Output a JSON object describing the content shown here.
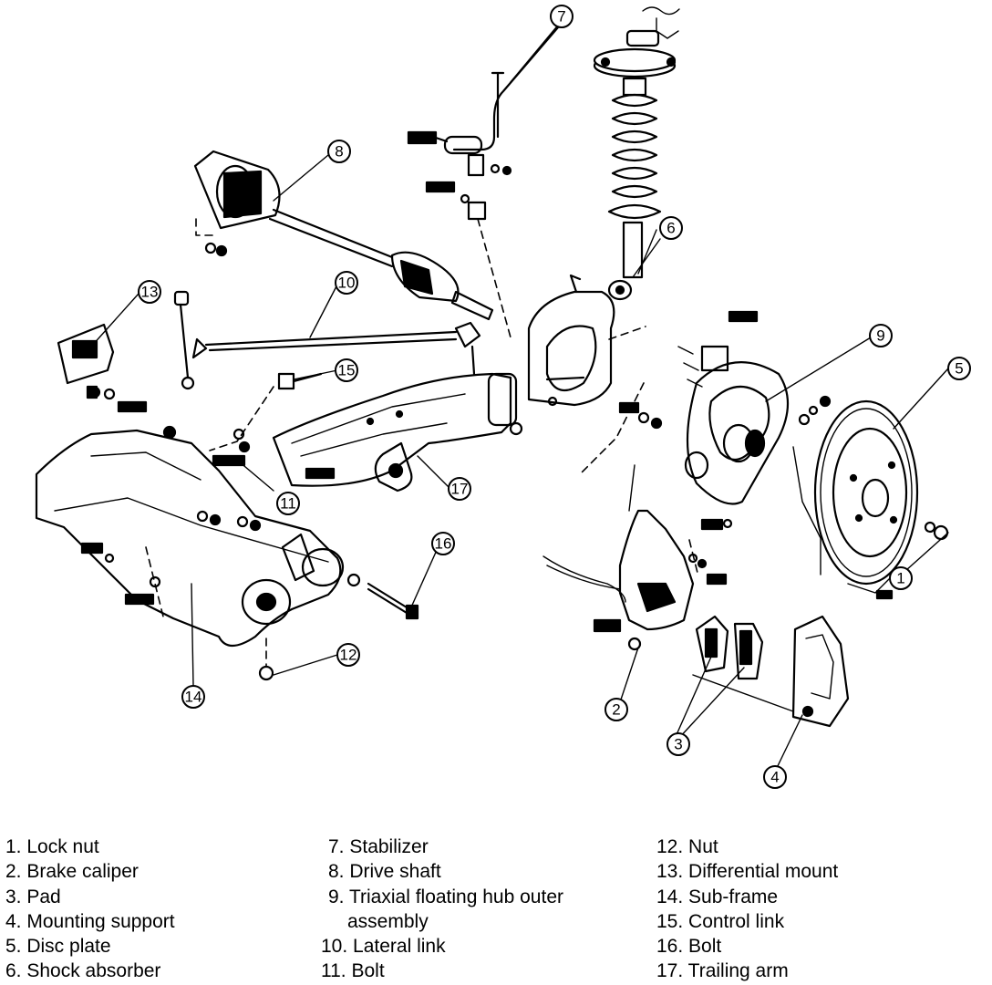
{
  "callouts": [
    "1",
    "2",
    "3",
    "4",
    "5",
    "6",
    "7",
    "8",
    "9",
    "10",
    "11",
    "12",
    "13",
    "14",
    "15",
    "16",
    "17"
  ],
  "legend": {
    "col1": [
      "1. Lock nut",
      "2. Brake caliper",
      "3. Pad",
      "4. Mounting support",
      "5. Disc plate",
      "6. Shock absorber"
    ],
    "col2": [
      "7. Stabilizer",
      "8. Drive shaft",
      "9. Triaxial floating hub outer",
      "assembly",
      "10. Lateral link",
      "11. Bolt"
    ],
    "col3": [
      "12. Nut",
      "13. Differential mount",
      "14. Sub-frame",
      "15. Control link",
      "16. Bolt",
      "17. Trailing arm"
    ]
  }
}
